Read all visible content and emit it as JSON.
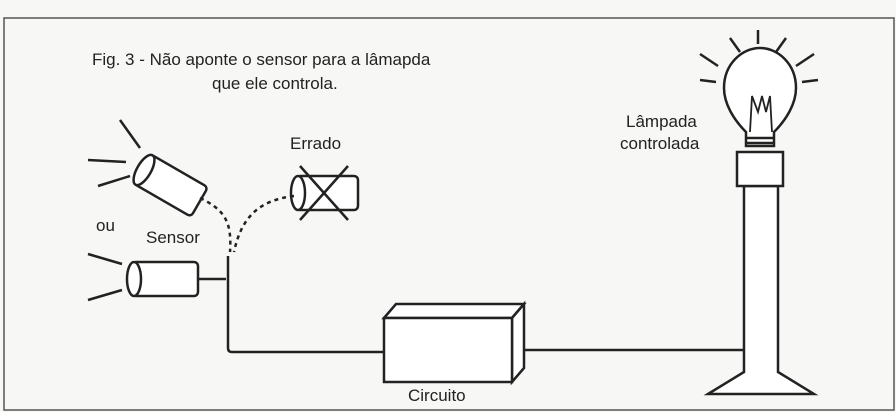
{
  "figure": {
    "caption_line1": "Fig. 3 - Não aponte o sensor para a lâmapda",
    "caption_line2": "que ele controla.",
    "labels": {
      "wrong": "Errado",
      "or": "ou",
      "sensor": "Sensor",
      "lamp_line1": "Lâmpada",
      "lamp_line2": "controlada",
      "circuit": "Circuito"
    },
    "icons": {
      "sensor_angled": "cylinder-sensor-icon",
      "sensor_horizontal": "cylinder-sensor-icon",
      "sensor_crossed": "crossed-sensor-icon",
      "lamp": "light-bulb-icon",
      "circuit_box": "box-icon"
    },
    "colors": {
      "ink": "#222222",
      "paper": "#f7f7f5"
    }
  }
}
